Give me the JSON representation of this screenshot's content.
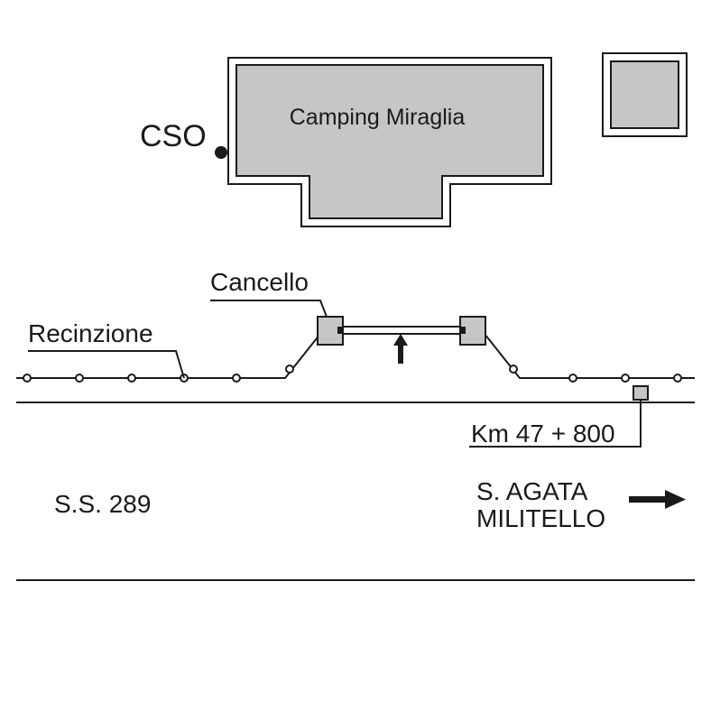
{
  "labels": {
    "building": "Camping Miraglia",
    "cso": "CSO",
    "gate": "Cancello",
    "fence": "Recinzione",
    "road": "S.S. 289",
    "km_marker": "Km 47 + 800",
    "direction_line1": "S. AGATA",
    "direction_line2": "MILITELLO"
  },
  "colors": {
    "building_fill": "#c6c6c6",
    "line": "#1a1a1a",
    "background": "#ffffff"
  },
  "icons": {
    "direction": "arrow-right-icon",
    "gate_access": "arrow-up-icon",
    "cso_point": "filled-dot-icon"
  }
}
